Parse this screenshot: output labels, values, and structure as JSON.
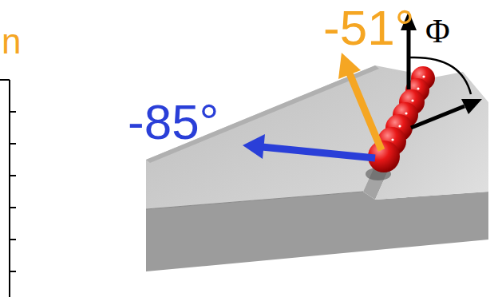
{
  "diagram": {
    "labels": [
      "n",
      "-51°",
      "Φ",
      "-85°"
    ]
  }
}
